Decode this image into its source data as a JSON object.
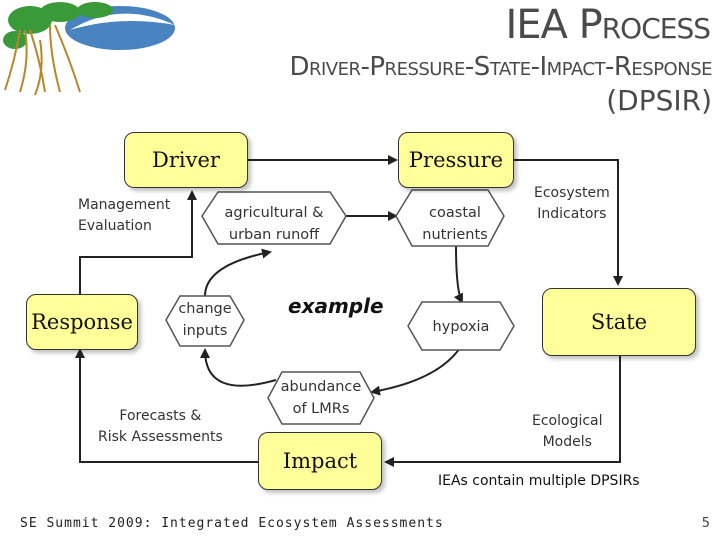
{
  "title": {
    "line1_first": "IEA",
    "line1_rest": "Process",
    "line2": "Driver-Pressure-State-Impact-Response",
    "line3": "(DPSIR)"
  },
  "boxes": {
    "driver": "Driver",
    "pressure": "Pressure",
    "state": "State",
    "impact": "Impact",
    "response": "Response"
  },
  "labels": {
    "management_evaluation": [
      "Management",
      "Evaluation"
    ],
    "forecasts_risk": [
      "Forecasts &",
      "Risk Assessments"
    ],
    "ecosystem_indicators": [
      "Ecosystem",
      "Indicators"
    ],
    "ecological_models": [
      "Ecological",
      "Models"
    ]
  },
  "example": {
    "label": "example",
    "agricultural_runoff": [
      "agricultural &",
      "urban runoff"
    ],
    "coastal_nutrients": [
      "coastal",
      "nutrients"
    ],
    "hypoxia": "hypoxia",
    "abundance_lmrs": [
      "abundance",
      "of LMRs"
    ],
    "change_inputs": [
      "change",
      "inputs"
    ]
  },
  "note": "IEAs contain multiple DPSIRs",
  "footer": "SE Summit 2009: Integrated Ecosystem Assessments",
  "page_number": "5",
  "colors": {
    "box_fill": "#ffff99",
    "title": "#4a4a4a",
    "logo_green": "#3a9a3a",
    "logo_blue": "#2a6fb5"
  }
}
